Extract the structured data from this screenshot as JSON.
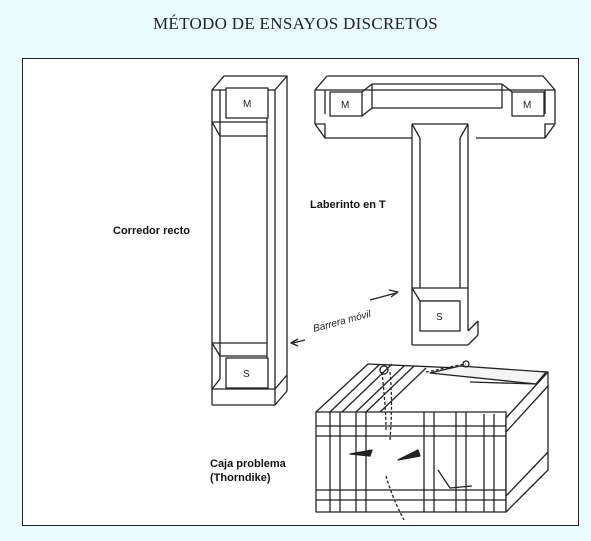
{
  "title": "MÉTODO DE ENSAYOS DISCRETOS",
  "labels": {
    "straight_alley": "Corredor recto",
    "t_maze": "Laberinto en T",
    "movable_barrier": "Barrera móvil",
    "puzzle_box_line1": "Caja problema",
    "puzzle_box_line2": "(Thorndike)"
  },
  "box_letters": {
    "goal": "M",
    "start": "S"
  }
}
